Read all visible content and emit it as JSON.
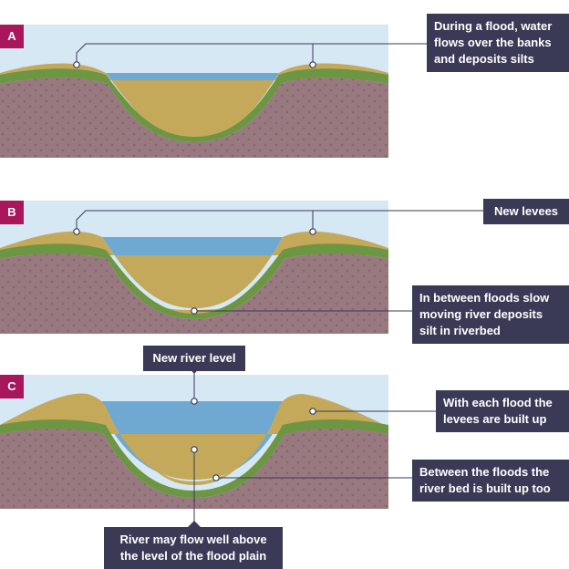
{
  "panels": [
    {
      "label": "A"
    },
    {
      "label": "B"
    },
    {
      "label": "C"
    }
  ],
  "callouts": {
    "a_flood": "During a flood, water\nflows over the banks\nand deposits silts",
    "b_levees": "New levees",
    "b_deposits": "In between floods slow\nmoving river deposits\nsilt in riverbed",
    "c_river_level": "New river level",
    "c_levees_built": "With each flood the\nlevees are built up",
    "c_bed_built": "Between the floods the\nriver bed is built up too",
    "c_flow_above": "River may flow well above\nthe level of the flood plain"
  },
  "colors": {
    "sky": "#d6e8f3",
    "water": "#6fa9d2",
    "soil": "#98797f",
    "soil_dot": "#86686e",
    "grass": "#6c9641",
    "silt": "#c4a95b",
    "callout_bg": "#3a3a57",
    "label_bg": "#a8175c",
    "leader": "#3a3a57"
  }
}
